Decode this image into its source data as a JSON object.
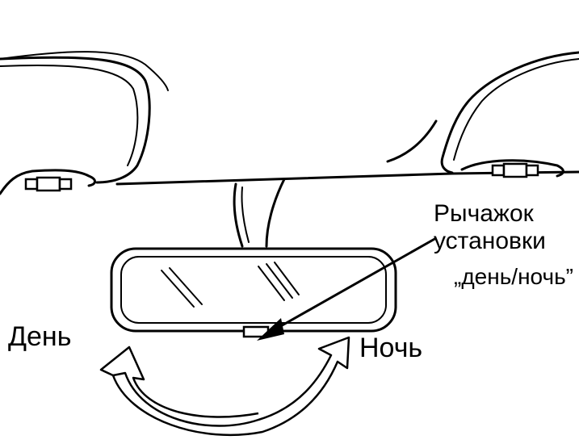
{
  "labels": {
    "lever_line1": "Рычажок",
    "lever_line2": "установки",
    "lever_line3": "„день/ночь”",
    "day": "День",
    "night": "Ночь"
  }
}
